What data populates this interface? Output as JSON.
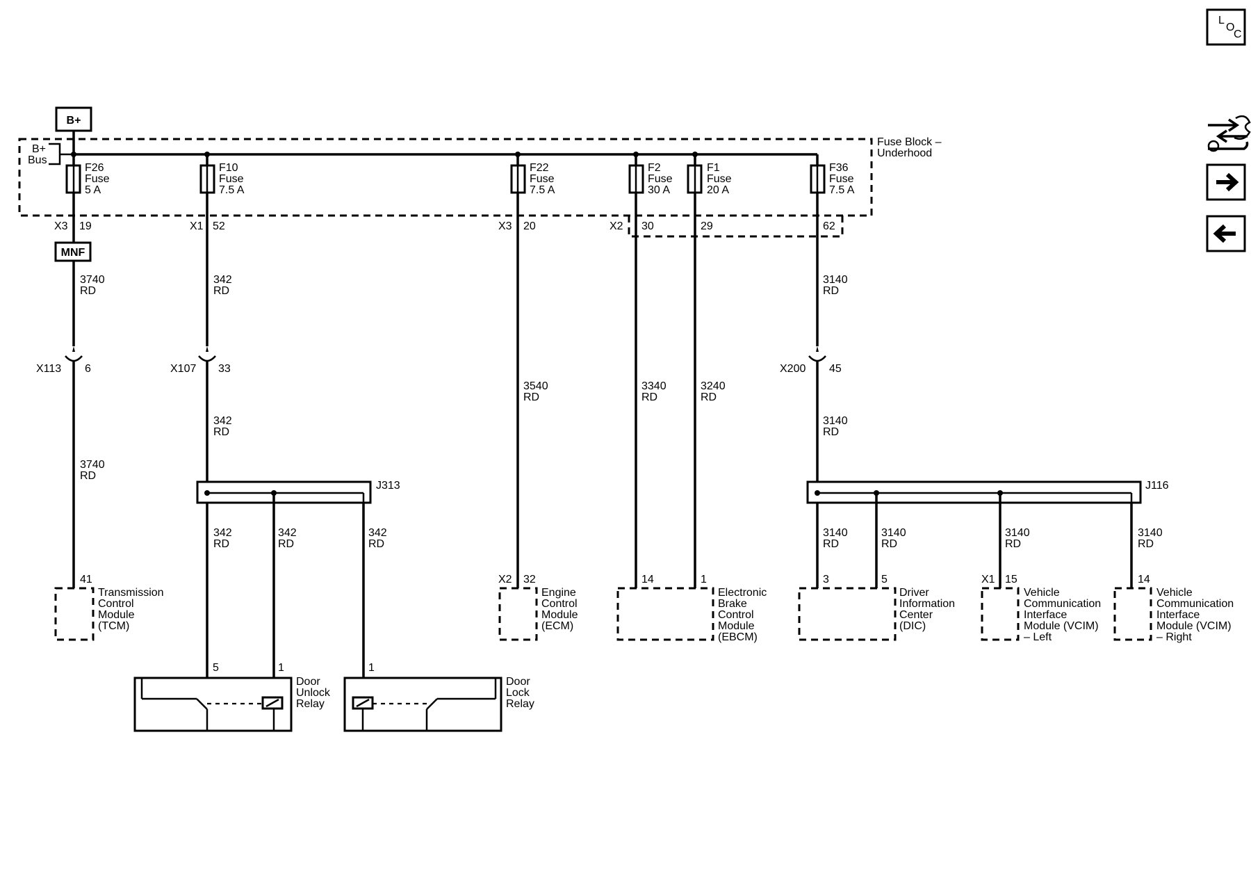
{
  "source_label": "B+",
  "bus_label": [
    "B+",
    "Bus"
  ],
  "fuse_block_label": [
    "Fuse Block –",
    "Underhood"
  ],
  "fuses": [
    {
      "id": "F26",
      "label": "Fuse",
      "rating": "5 A",
      "connector": "X3",
      "pin": "19"
    },
    {
      "id": "F10",
      "label": "Fuse",
      "rating": "7.5 A",
      "connector": "X1",
      "pin": "52"
    },
    {
      "id": "F22",
      "label": "Fuse",
      "rating": "7.5 A",
      "connector": "X3",
      "pin": "20"
    },
    {
      "id": "F2",
      "label": "Fuse",
      "rating": "30 A",
      "connector": "X2",
      "pin": "30"
    },
    {
      "id": "F1",
      "label": "Fuse",
      "rating": "20 A",
      "connector": "",
      "pin": "29"
    },
    {
      "id": "F36",
      "label": "Fuse",
      "rating": "7.5 A",
      "connector": "",
      "pin": "62"
    }
  ],
  "mnf_label": "MNF",
  "inline_connectors": [
    {
      "id": "X113",
      "pin": "6"
    },
    {
      "id": "X107",
      "pin": "33"
    },
    {
      "id": "X200",
      "pin": "45"
    }
  ],
  "wire_labels": {
    "w1a": [
      "3740",
      "RD"
    ],
    "w1b": [
      "3740",
      "RD"
    ],
    "w2a": [
      "342",
      "RD"
    ],
    "w2b": [
      "342",
      "RD"
    ],
    "w3": [
      "3540",
      "RD"
    ],
    "w4": [
      "3340",
      "RD"
    ],
    "w5": [
      "3240",
      "RD"
    ],
    "w6a": [
      "3140",
      "RD"
    ],
    "w6b": [
      "3140",
      "RD"
    ],
    "j313a": [
      "342",
      "RD"
    ],
    "j313b": [
      "342",
      "RD"
    ],
    "j313c": [
      "342",
      "RD"
    ],
    "j116a": [
      "3140",
      "RD"
    ],
    "j116b": [
      "3140",
      "RD"
    ],
    "j116c": [
      "3140",
      "RD"
    ],
    "j116d": [
      "3140",
      "RD"
    ]
  },
  "splices": {
    "j313": "J313",
    "j116": "J116"
  },
  "modules": {
    "tcm": {
      "pin": "41",
      "lines": [
        "Transmission",
        "Control",
        "Module",
        "(TCM)"
      ]
    },
    "ecm": {
      "connector": "X2",
      "pin": "32",
      "lines": [
        "Engine",
        "Control",
        "Module",
        "(ECM)"
      ]
    },
    "ebcm": {
      "pin_a": "14",
      "pin_b": "1",
      "lines": [
        "Electronic",
        "Brake",
        "Control",
        "Module",
        "(EBCM)"
      ]
    },
    "dic": {
      "pin_a": "3",
      "pin_b": "5",
      "lines": [
        "Driver",
        "Information",
        "Center",
        "(DIC)"
      ]
    },
    "vcim_left": {
      "connector": "X1",
      "pin": "15",
      "lines": [
        "Vehicle",
        "Communication",
        "Interface",
        "Module (VCIM)",
        "– Left"
      ]
    },
    "vcim_right": {
      "pin": "14",
      "lines": [
        "Vehicle",
        "Communication",
        "Interface",
        "Module (VCIM)",
        "– Right"
      ]
    }
  },
  "relays": {
    "unlock": {
      "pin_a": "5",
      "pin_b": "1",
      "lines": [
        "Door",
        "Unlock",
        "Relay"
      ]
    },
    "lock": {
      "pin": "1",
      "lines": [
        "Door",
        "Lock",
        "Relay"
      ]
    }
  },
  "nav": {
    "loc": [
      "L",
      "O",
      "C"
    ]
  }
}
